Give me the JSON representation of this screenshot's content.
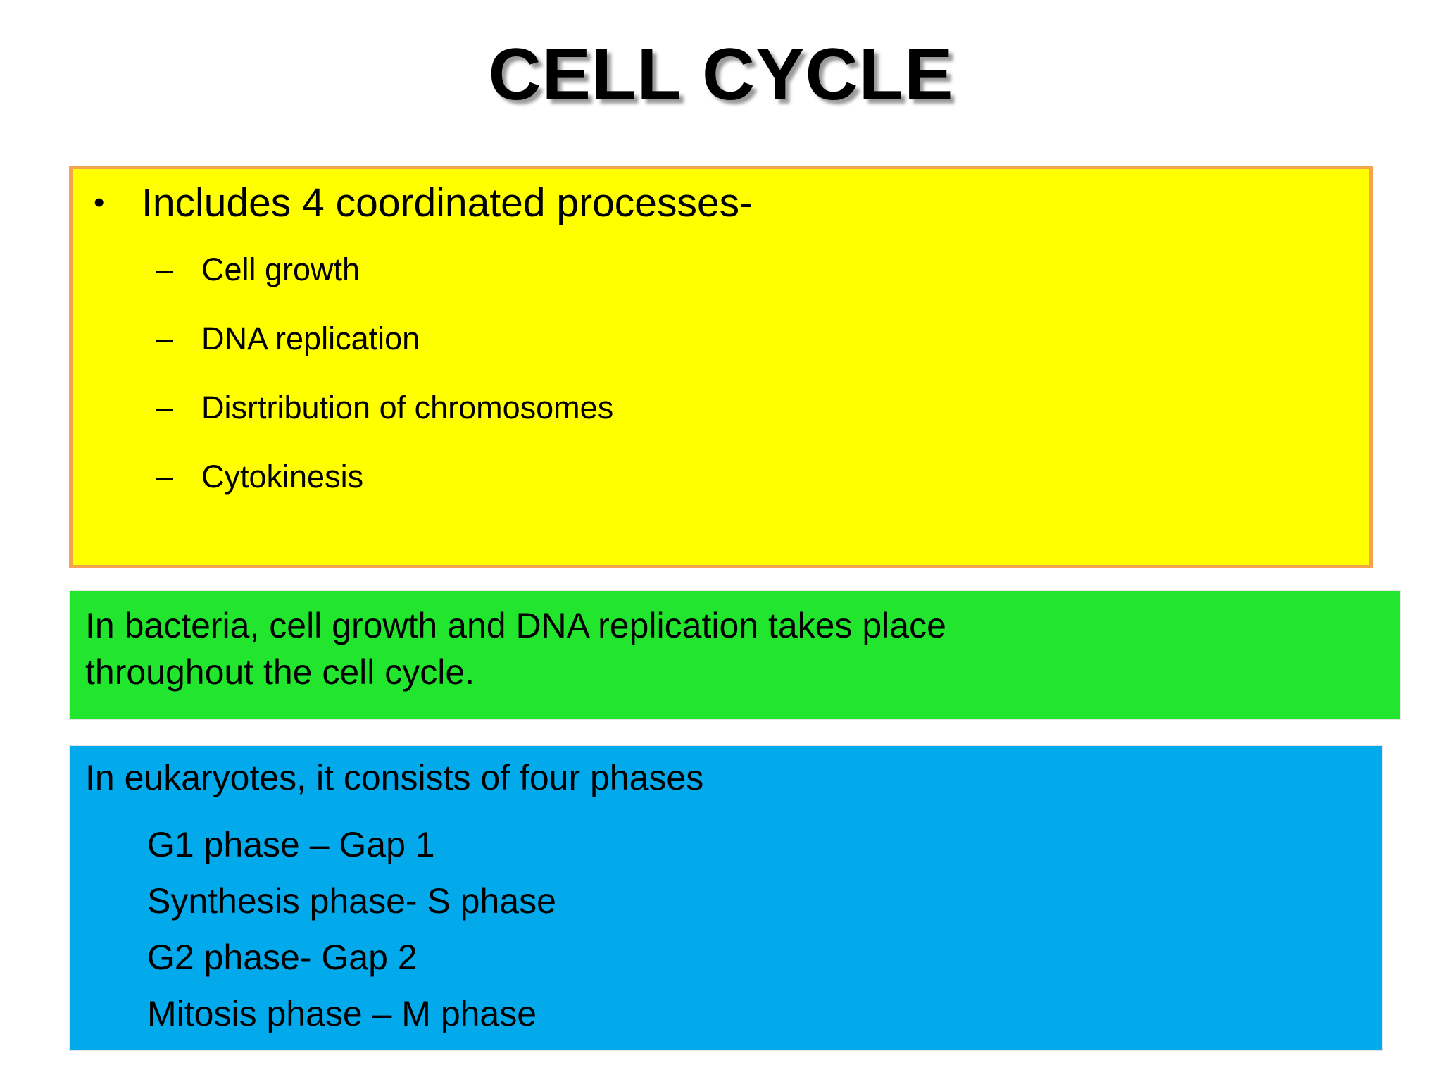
{
  "slide": {
    "title": "CELL CYCLE",
    "background_color": "#FFFFFF",
    "title_color": "#000000"
  },
  "yellow_box": {
    "background_color": "#FFFF00",
    "border_color": "#F3A44C",
    "bullet_marker": "•",
    "sub_marker": "–",
    "heading": "Includes 4 coordinated processes-",
    "items": [
      "Cell growth",
      "DNA replication",
      "Disrtribution of chromosomes",
      "Cytokinesis"
    ]
  },
  "green_box": {
    "background_color": "#22E62E",
    "lines": [
      "In bacteria, cell growth and DNA replication takes place",
      "throughout the cell cycle."
    ]
  },
  "blue_box": {
    "background_color": "#02AAEC",
    "lead": "In eukaryotes, it consists of four phases",
    "phases": [
      "G1 phase –  Gap 1",
      "Synthesis phase- S phase",
      "G2 phase- Gap 2",
      "Mitosis phase – M phase"
    ]
  }
}
